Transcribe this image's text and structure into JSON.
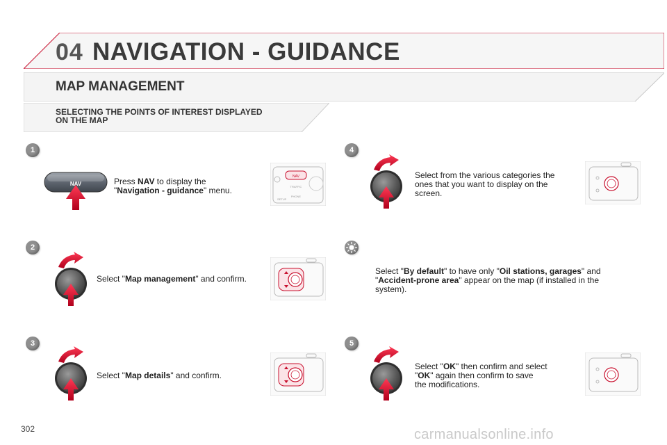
{
  "header": {
    "chapter": "04",
    "title": "NAVIGATION - GUIDANCE"
  },
  "subtitle": "MAP MANAGEMENT",
  "section": {
    "line1": "SELECTING THE POINTS OF INTEREST DISPLAYED",
    "line2": "ON THE MAP"
  },
  "nav_button_label": "NAV",
  "panel_labels": {
    "nav": "NAV",
    "traffic": "TRAFFIC",
    "phone": "PHONE",
    "setup": "SETUP"
  },
  "steps": [
    {
      "number": "1",
      "pre": "Press ",
      "b1": "NAV",
      "mid": " to display the",
      "q1": "\"",
      "b2": "Navigation - guidance",
      "post": "\" menu."
    },
    {
      "number": "2",
      "pre": "Select \"",
      "b1": "Map management",
      "post": "\" and confirm."
    },
    {
      "number": "3",
      "pre": "Select \"",
      "b1": "Map details",
      "post": "\" and confirm."
    },
    {
      "number": "4",
      "line1": "Select from the various categories the",
      "line2": "ones that you want to display on the",
      "line3": "screen."
    },
    {
      "number": "5",
      "pre": "Select \"",
      "b1": "OK",
      "mid": "\" then confirm and select",
      "q1": "\"",
      "b2": "OK",
      "mid2": "\" again then confirm to save",
      "line3": "the modifications."
    }
  ],
  "tip": {
    "pre": "Select \"",
    "b1": "By default",
    "mid": "\" to have only \"",
    "b2": "Oil stations, garages",
    "mid2": "\" and",
    "q1": "\"",
    "b3": "Accident-prone area",
    "post": "\" appear on the map (if installed in the",
    "line3": "system)."
  },
  "page_number": "302",
  "watermark": "carmanualsonline.info",
  "colors": {
    "accent_red": "#c8102e",
    "header_gray": "#3a3a3a",
    "badge_gray": "#8f8f8f"
  }
}
